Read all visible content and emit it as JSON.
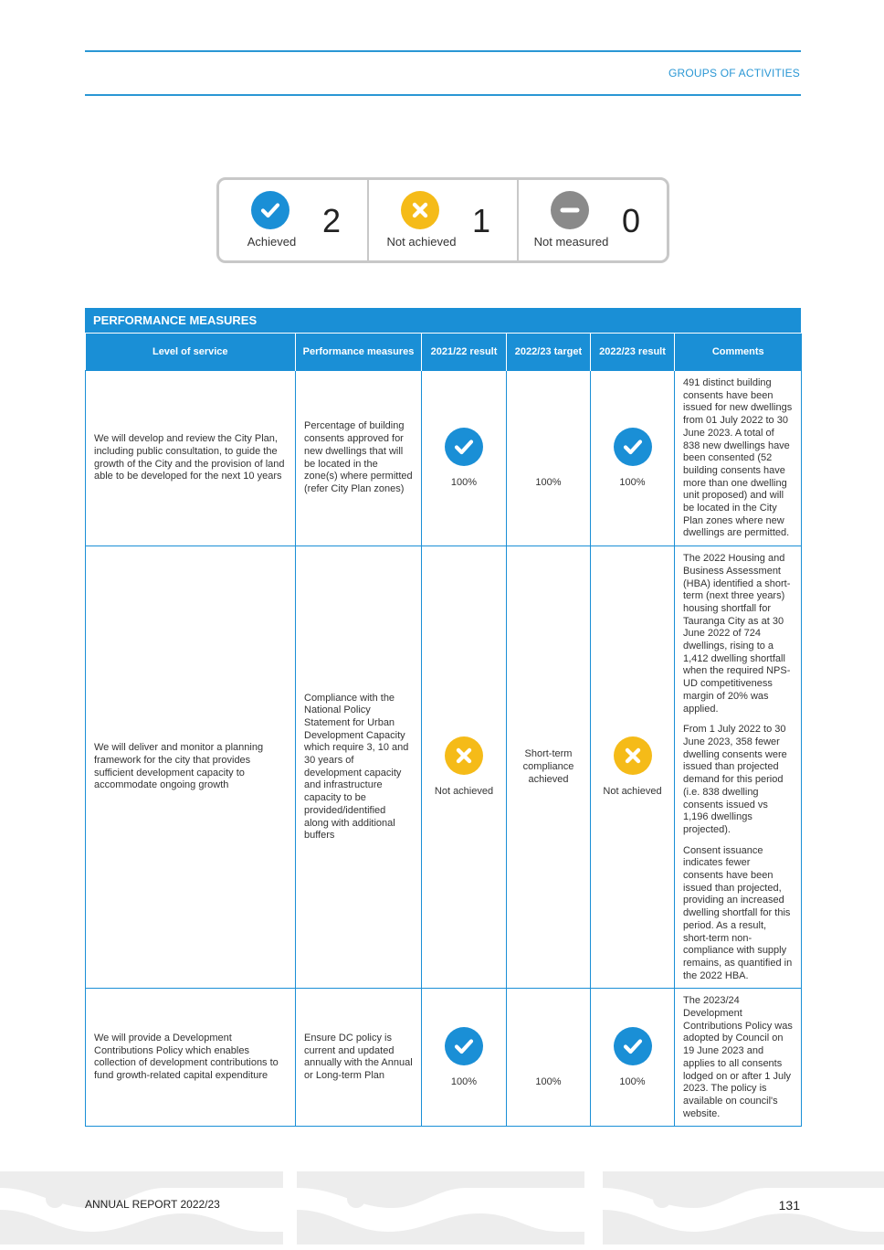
{
  "header": {
    "section": "GROUPS OF ACTIVITIES"
  },
  "summary": [
    {
      "label": "Achieved",
      "count": "2",
      "icon": "check-icon",
      "color": "#1a8fd6"
    },
    {
      "label": "Not achieved",
      "count": "1",
      "icon": "cross-icon",
      "color": "#f5bb18"
    },
    {
      "label": "Not measured",
      "count": "0",
      "icon": "minus-icon",
      "color": "#8a8a8a"
    }
  ],
  "table": {
    "title": "PERFORMANCE MEASURES",
    "headers": {
      "level": "Level of service",
      "measures": "Performance measures",
      "result_2122": "2021/22 result",
      "target_2223": "2022/23 target",
      "result_2223": "2022/23 result",
      "comments": "Comments"
    },
    "rows": [
      {
        "level": "We will develop and review the City Plan, including public consultation, to guide the growth of the City and the provision of land able to be developed for the next 10 years",
        "measure": "Percentage of building consents approved for new dwellings that will be located in the zone(s) where permitted (refer City Plan zones)",
        "result_2122": "100%",
        "result_2122_icon": "check-icon",
        "target_2223": "100%",
        "result_2223": "100%",
        "result_2223_icon": "check-icon",
        "comments": [
          "491 distinct building consents have been issued for new dwellings from 01 July 2022 to 30 June 2023. A total of 838 new dwellings have been consented (52 building consents have more than one dwelling unit proposed) and will be located in the City Plan zones where new dwellings are permitted."
        ]
      },
      {
        "level": "We will deliver and monitor a planning framework for the city that provides sufficient development capacity to accommodate ongoing growth",
        "measure": "Compliance with the National Policy Statement for Urban Development Capacity which require 3, 10 and 30 years of development capacity and infrastructure capacity to be provided/identified along with additional buffers",
        "result_2122": "Not achieved",
        "result_2122_icon": "cross-icon",
        "target_2223": "Short-term compliance achieved",
        "result_2223": "Not achieved",
        "result_2223_icon": "cross-icon",
        "comments": [
          "The 2022 Housing and Business Assessment (HBA) identified a short-term (next three years) housing shortfall for Tauranga City as at 30 June 2022 of 724 dwellings, rising to a 1,412 dwelling shortfall when the required NPS-UD competitiveness margin of 20% was applied.",
          "From 1 July 2022 to 30 June 2023, 358 fewer dwelling consents were issued than projected demand for this period (i.e. 838 dwelling consents issued vs 1,196 dwellings projected).",
          "Consent issuance indicates fewer consents have been issued than projected, providing an increased dwelling shortfall for this period. As a result, short-term non-compliance with supply remains, as quantified in the 2022 HBA."
        ]
      },
      {
        "level": "We will provide a Development Contributions Policy which enables collection of development contributions to fund growth-related capital expenditure",
        "measure": "Ensure DC policy is current and updated annually with the Annual or Long-term Plan",
        "result_2122": "100%",
        "result_2122_icon": "check-icon",
        "target_2223": "100%",
        "result_2223": "100%",
        "result_2223_icon": "check-icon",
        "comments": [
          "The 2023/24 Development Contributions Policy was adopted by Council on 19 June 2023 and applies to all consents lodged on or after 1 July 2023. The policy is available on council's website."
        ]
      }
    ]
  },
  "footer": {
    "report": "ANNUAL REPORT 2022/23",
    "page": "131"
  }
}
